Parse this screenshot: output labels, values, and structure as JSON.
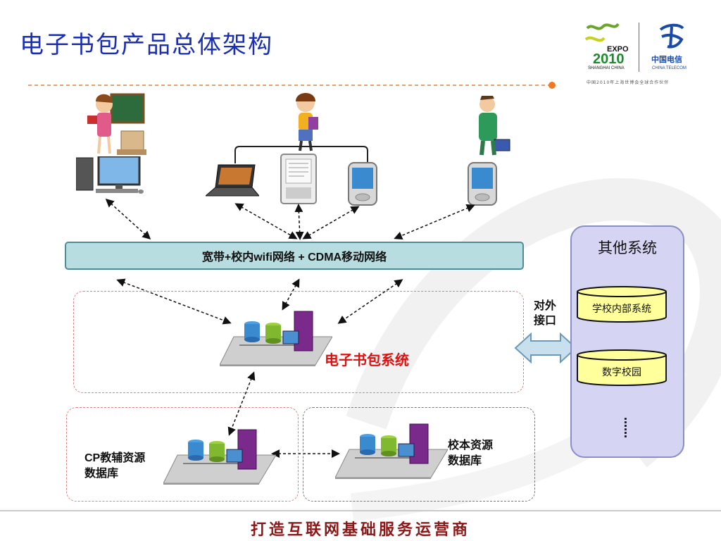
{
  "title": "电子书包产品总体架构",
  "logos": {
    "expo_text": "EXPO",
    "expo_sub": "SHANGHAI CHINA",
    "ct_text": "中国电信",
    "ct_sub": "CHINA TELECOM",
    "banner": "中国2010年上海世博会全球合作伙伴"
  },
  "network_bar": "宽带+校内wifi网络 + CDMA移动网络",
  "ebag_system": "电子书包系统",
  "cp_db": {
    "line1": "CP教辅资源",
    "line2": "数据库"
  },
  "school_db": {
    "line1": "校本资源",
    "line2": "数据库"
  },
  "interface": {
    "line1": "对外",
    "line2": "接口"
  },
  "other_systems": {
    "title": "其他系统",
    "items": [
      "学校内部系统",
      "数字校园"
    ],
    "ellipsis": "……"
  },
  "footer": "打造互联网基础服务运营商",
  "colors": {
    "title": "#1a2fb5",
    "accent": "#e01010",
    "net_bar": "#b7dde1",
    "other_panel": "#d5d5f3",
    "cylinder": "#ffff9c"
  }
}
